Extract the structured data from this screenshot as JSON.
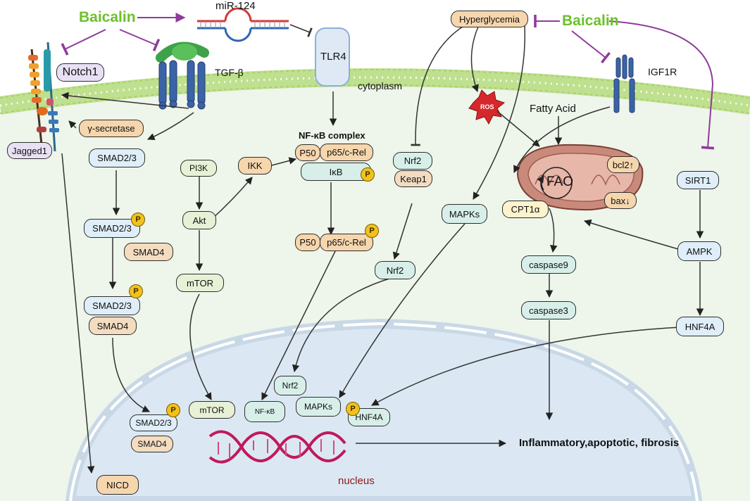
{
  "inhibitor": {
    "name": "Baicalin"
  },
  "mirna": {
    "label": "miR-124"
  },
  "receptors": {
    "tlr4": "TLR4",
    "tgfb": "TGF-β",
    "igf1r": "IGF1R",
    "notch1": "Notch1"
  },
  "compartments": {
    "cytoplasm": "cytoplasm",
    "nucleus": "nucleus"
  },
  "stimuli": {
    "hyperglycemia": "Hyperglycemia",
    "ros": "ROS",
    "fatty_acid": "Fatty Acid"
  },
  "notch": {
    "jagged1": "Jagged1",
    "gamma_secretase": "γ-secretase",
    "nicd": "NICD"
  },
  "smad": {
    "smad23": "SMAD2/3",
    "smad4": "SMAD4"
  },
  "phospho": "P",
  "pi3k_path": {
    "pi3k": "PI3K",
    "akt": "Akt",
    "mtor": "mTOR",
    "ikk": "IKK"
  },
  "nfkb": {
    "complex_title": "NF-κB complex",
    "p50": "P50",
    "p65": "p65/c-Rel",
    "ikb": "IκB",
    "nfkb": "NF-κB"
  },
  "nrf2_path": {
    "nrf2": "Nrf2",
    "keap1": "Keap1"
  },
  "mapk": {
    "label": "MAPKs"
  },
  "mito": {
    "fao": "FAO",
    "bcl2": "bcl2↑",
    "bax": "bax↓",
    "cpt1a": "CPT1α"
  },
  "apoptosis": {
    "caspase9": "caspase9",
    "caspase3": "caspase3"
  },
  "sirt_path": {
    "sirt1": "SIRT1",
    "ampk": "AMPK",
    "hnf4a": "HNF4A"
  },
  "outcome": {
    "label": "Inflammatory,apoptotic, fibrosis"
  },
  "colors": {
    "baicalin": "#6cc12a",
    "inhibition_line": "#8e3c9a",
    "membrane": "#bfe08f",
    "dna": "#c2185b",
    "nucleus_text": "#8b1a1a",
    "ros": "#d6282c",
    "mitochondrion": "#c98a7c"
  }
}
